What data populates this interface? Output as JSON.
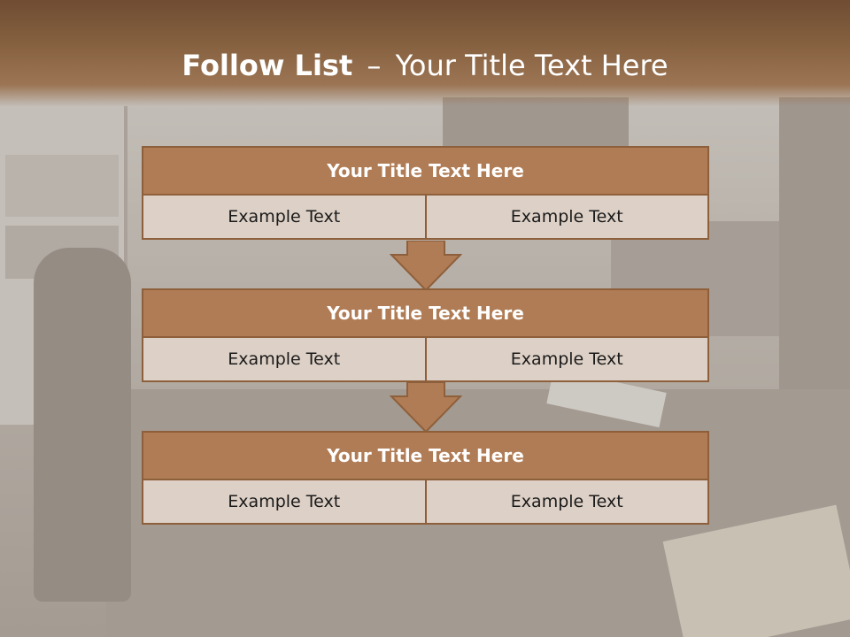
{
  "slide": {
    "title_bold": "Follow List",
    "title_sep": "–",
    "title_rest": "Your Title Text Here"
  },
  "blocks": [
    {
      "title": "Your Title Text Here",
      "left": "Example Text",
      "right": "Example Text"
    },
    {
      "title": "Your Title Text Here",
      "left": "Example Text",
      "right": "Example Text"
    },
    {
      "title": "Your Title Text Here",
      "left": "Example Text",
      "right": "Example Text"
    }
  ],
  "colors": {
    "header_fill": "#b07c55",
    "border": "#8e5f3b",
    "cell_fill": "#ddd0c6",
    "title_band": "#85603f"
  }
}
